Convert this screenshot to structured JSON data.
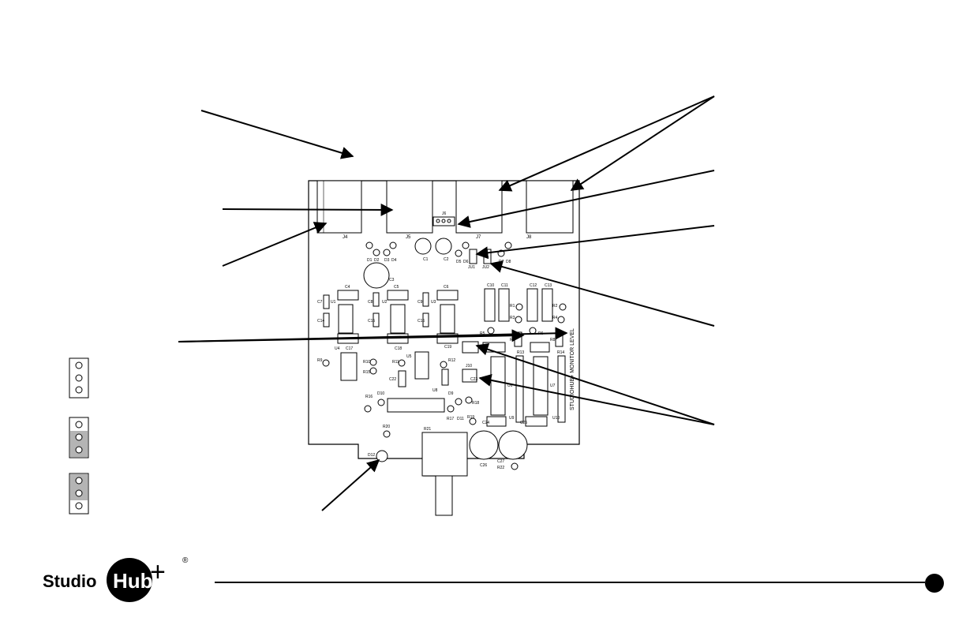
{
  "board": {
    "connectors": [
      "J4",
      "J5",
      "J7",
      "J8"
    ],
    "header_label": "J6",
    "jumpers": [
      "JU1",
      "JU2",
      "J9",
      "J10"
    ],
    "monitor_label": "STUDIOHUB+ MONITOR LEVEL",
    "parts": {
      "d1": "D1",
      "d2": "D2",
      "d3": "D3",
      "d4": "D4",
      "d5": "D5",
      "d6": "D6",
      "d7": "D7",
      "d8": "D8",
      "d9": "D9",
      "d10": "D10",
      "d11": "D11",
      "d12": "D12",
      "c1": "C1",
      "c2": "C2",
      "c3": "C3",
      "c4": "C4",
      "c5": "C5",
      "c6": "C6",
      "c7": "C7",
      "c8": "C8",
      "c9": "C9",
      "c10": "C10",
      "c11": "C11",
      "c12": "C12",
      "c13": "C13",
      "c14": "C14",
      "c15": "C15",
      "c16": "C16",
      "c17": "C17",
      "c18": "C18",
      "c19": "C19",
      "c20": "C20",
      "c21": "C21",
      "c22": "C22",
      "c23": "C23",
      "c24": "C24",
      "c25": "C25",
      "c26": "C26",
      "c27": "C27",
      "r1": "R1",
      "r2": "R2",
      "r3": "R3",
      "r4": "R4",
      "r5": "R5",
      "r6": "R6",
      "r7": "R7",
      "r8": "R8",
      "r9": "R9",
      "r10": "R10",
      "r11": "R11",
      "r12": "R12",
      "r13": "R13",
      "r14": "R14",
      "r15": "R15",
      "r16": "R16",
      "r17": "R17",
      "r18": "R18",
      "r19": "R19",
      "r20": "R20",
      "r21": "R21",
      "r22": "R22",
      "u1": "U1",
      "u2": "U2",
      "u3": "U3",
      "u4": "U4",
      "u5": "U5",
      "u6": "U6",
      "u7": "U7",
      "u8": "U8",
      "u9": "U9",
      "u10": "U10"
    }
  },
  "logo": {
    "word_studio": "Studio",
    "word_hub": "Hub",
    "plus": "+",
    "registered": "®"
  },
  "colors": {
    "ink": "#000000",
    "jumper_fill": "#b4b4b4",
    "paper": "#ffffff"
  },
  "legend": {
    "items": [
      {
        "name": "jumper-open",
        "shaded": "none"
      },
      {
        "name": "jumper-lower",
        "shaded": "lower"
      },
      {
        "name": "jumper-upper",
        "shaded": "upper"
      }
    ]
  }
}
